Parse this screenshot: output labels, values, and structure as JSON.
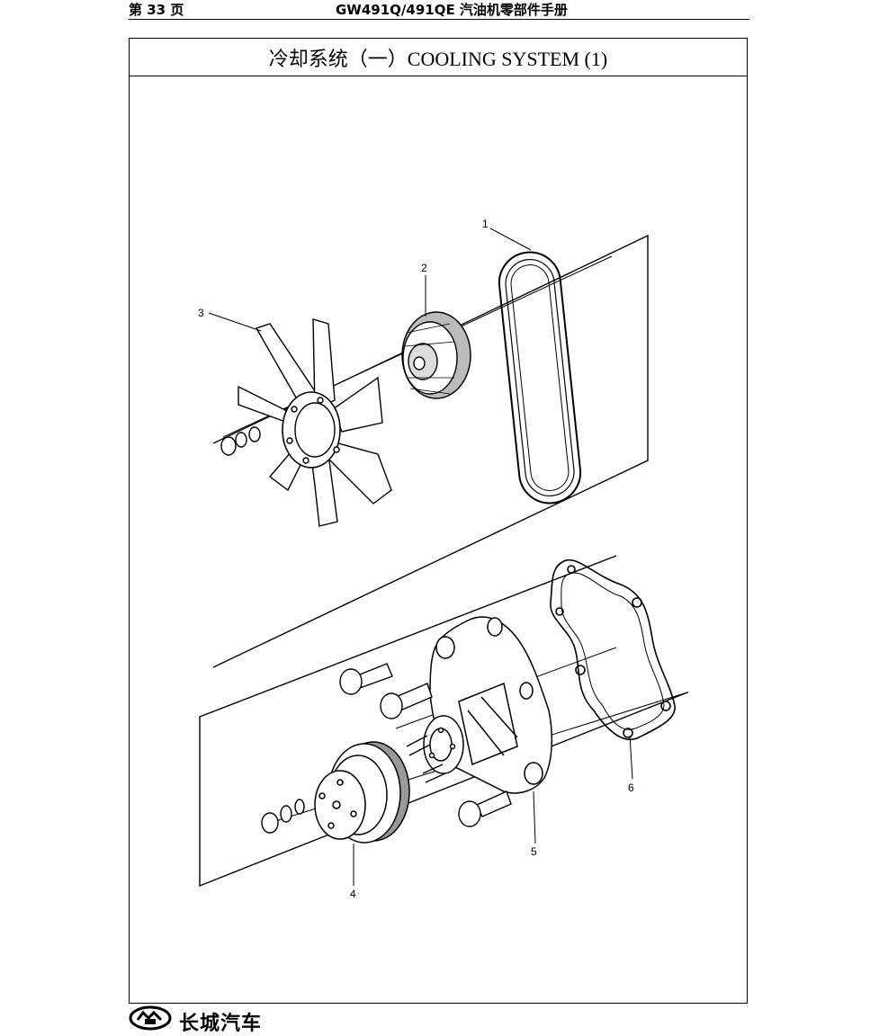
{
  "header": {
    "page_number": "第 33 页",
    "manual_title": "GW491Q/491QE 汽油机零部件手册"
  },
  "section": {
    "title": "冷却系统（一）COOLING SYSTEM (1)"
  },
  "callouts": [
    "1",
    "2",
    "3",
    "4",
    "5",
    "6"
  ],
  "footer": {
    "brand": "长城汽车"
  }
}
